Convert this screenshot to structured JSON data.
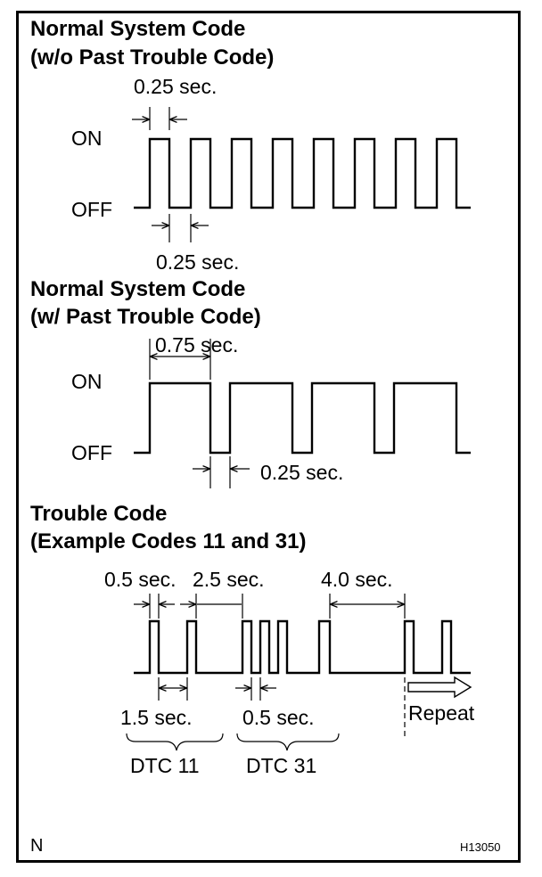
{
  "section1": {
    "title_line1": "Normal System Code",
    "title_line2": "(w/o Past Trouble Code)",
    "on_label": "ON",
    "off_label": "OFF",
    "on_time": "0.25 sec.",
    "off_time": "0.25 sec."
  },
  "section2": {
    "title_line1": "Normal System Code",
    "title_line2": "(w/ Past Trouble Code)",
    "on_label": "ON",
    "off_label": "OFF",
    "on_time": "0.75 sec.",
    "off_time": "0.25 sec."
  },
  "section3": {
    "title_line1": "Trouble Code",
    "title_line2": "(Example Codes 11 and 31)",
    "pulse_time": "0.5 sec.",
    "digit_gap": "2.5 sec.",
    "code_gap": "4.0 sec.",
    "pulse_gap_11": "1.5 sec.",
    "pulse_gap_31": "0.5 sec.",
    "dtc11": "DTC 11",
    "dtc31": "DTC 31",
    "repeat": "Repeat"
  },
  "footer": {
    "corner_mark": "N",
    "figure_id": "H13050"
  }
}
